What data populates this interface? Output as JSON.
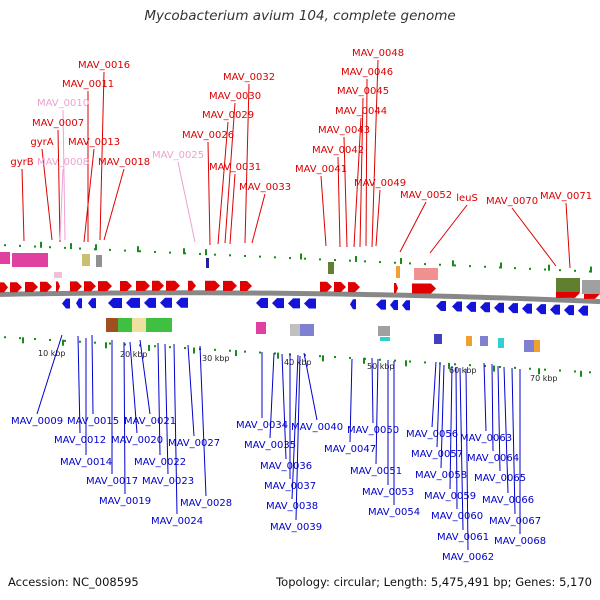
{
  "title": "Mycobacterium avium 104, complete genome",
  "footer": {
    "accession": "Accession: NC_008595",
    "summary": "Topology: circular; Length: 5,475,491 bp; Genes: 5,170"
  },
  "colors": {
    "forward_label": "#dd0000",
    "forward_pseudo_label": "#f0a0d0",
    "reverse_label": "#0000cc",
    "forward_gene": "#e00000",
    "reverse_gene": "#1414d8",
    "backbone": "#888888",
    "tick": "#1a8a1a"
  },
  "kbp_ticks": [
    "10 kbp",
    "20 kbp",
    "30 kbp",
    "40 kbp",
    "50 kbp",
    "60 kbp",
    "70 kbp"
  ],
  "forward_labels": [
    {
      "text": "MAV_0016",
      "kind": "normal"
    },
    {
      "text": "MAV_0011",
      "kind": "normal"
    },
    {
      "text": "MAV_0010",
      "kind": "pseudo"
    },
    {
      "text": "MAV_0007",
      "kind": "normal"
    },
    {
      "text": "gyrA",
      "kind": "normal"
    },
    {
      "text": "MAV_0013",
      "kind": "normal"
    },
    {
      "text": "gyrB",
      "kind": "normal"
    },
    {
      "text": "MAV_0008",
      "kind": "pseudo"
    },
    {
      "text": "MAV_0018",
      "kind": "normal"
    },
    {
      "text": "MAV_0025",
      "kind": "pseudo"
    },
    {
      "text": "MAV_0032",
      "kind": "normal"
    },
    {
      "text": "MAV_0030",
      "kind": "normal"
    },
    {
      "text": "MAV_0029",
      "kind": "normal"
    },
    {
      "text": "MAV_0026",
      "kind": "normal"
    },
    {
      "text": "MAV_0031",
      "kind": "normal"
    },
    {
      "text": "MAV_0033",
      "kind": "normal"
    },
    {
      "text": "MAV_0048",
      "kind": "normal"
    },
    {
      "text": "MAV_0046",
      "kind": "normal"
    },
    {
      "text": "MAV_0045",
      "kind": "normal"
    },
    {
      "text": "MAV_0044",
      "kind": "normal"
    },
    {
      "text": "MAV_0043",
      "kind": "normal"
    },
    {
      "text": "MAV_0042",
      "kind": "normal"
    },
    {
      "text": "MAV_0041",
      "kind": "normal"
    },
    {
      "text": "MAV_0049",
      "kind": "normal"
    },
    {
      "text": "MAV_0052",
      "kind": "normal"
    },
    {
      "text": "leuS",
      "kind": "normal"
    },
    {
      "text": "MAV_0070",
      "kind": "normal"
    },
    {
      "text": "MAV_0071",
      "kind": "normal"
    }
  ],
  "reverse_labels": [
    "MAV_0009",
    "MAV_0015",
    "MAV_0012",
    "MAV_0014",
    "MAV_0017",
    "MAV_0019",
    "MAV_0021",
    "MAV_0020",
    "MAV_0022",
    "MAV_0023",
    "MAV_0024",
    "MAV_0027",
    "MAV_0028",
    "MAV_0034",
    "MAV_0040",
    "MAV_0035",
    "MAV_0036",
    "MAV_0037",
    "MAV_0038",
    "MAV_0039",
    "MAV_0050",
    "MAV_0047",
    "MAV_0051",
    "MAV_0053",
    "MAV_0054",
    "MAV_0056",
    "MAV_0063",
    "MAV_0057",
    "MAV_0064",
    "MAV_0058",
    "MAV_0065",
    "MAV_0059",
    "MAV_0066",
    "MAV_0060",
    "MAV_0067",
    "MAV_0061",
    "MAV_0068",
    "MAV_0062"
  ]
}
